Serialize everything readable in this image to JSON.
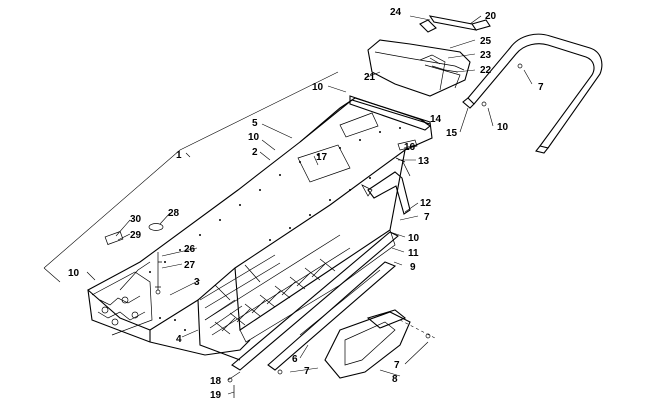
{
  "callouts": {
    "c1": "1",
    "c2": "2",
    "c3": "3",
    "c4": "4",
    "c5": "5",
    "c6": "6",
    "c7a": "7",
    "c7b": "7",
    "c7c": "7",
    "c7d": "7",
    "c8": "8",
    "c9": "9",
    "c10a": "10",
    "c10b": "10",
    "c10c": "10",
    "c10d": "10",
    "c10e": "10",
    "c11": "11",
    "c12": "12",
    "c13": "13",
    "c14": "14",
    "c15": "15",
    "c16": "16",
    "c17": "17",
    "c18": "18",
    "c19": "19",
    "c20": "20",
    "c21": "21",
    "c22": "22",
    "c23": "23",
    "c24": "24",
    "c25": "25",
    "c26": "26",
    "c27": "27",
    "c28": "28",
    "c29": "29",
    "c30": "30"
  }
}
